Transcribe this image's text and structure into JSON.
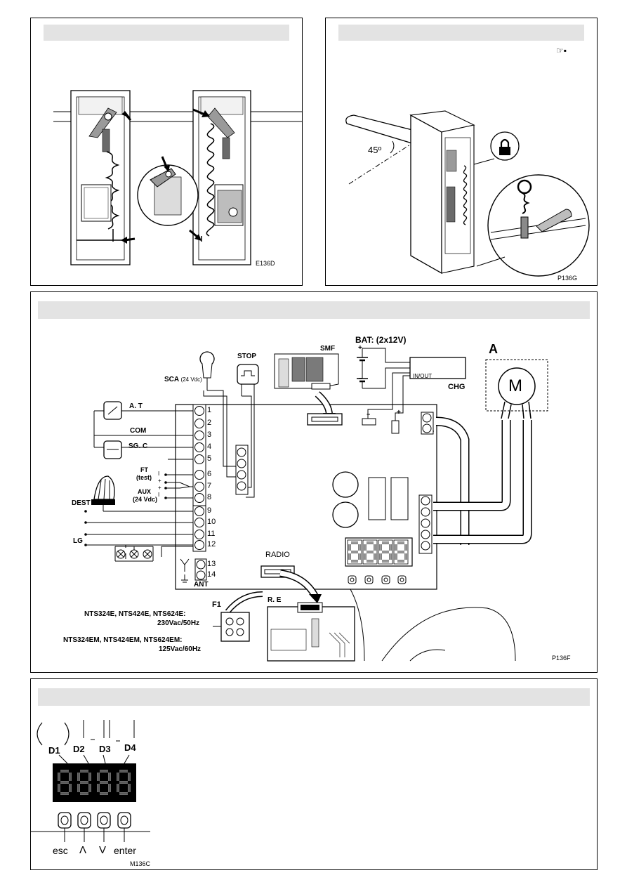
{
  "panel_top_left": {
    "code": "E136D"
  },
  "panel_top_right": {
    "code": "P136G",
    "angle": "45º",
    "hand_icon": "pointing-hand-icon"
  },
  "panel_wiring": {
    "code": "P136F",
    "bat": "BAT: (2x12V)",
    "smf": "SMF",
    "chg": "CHG",
    "in_out": "IN/OUT",
    "motor_group": "A",
    "motor": "M",
    "sca": "SCA",
    "sca_volt": "(24 Vdc)",
    "stop": "STOP",
    "at": "A. T",
    "com": "COM",
    "sgc": "SG. C",
    "ft": "FT",
    "test": "(test)",
    "aux": "AUX",
    "aux_volt": "(24 Vdc)",
    "dest": "DEST",
    "lg": "LG",
    "ant": "ANT",
    "radio": "RADIO",
    "re": "R. E",
    "f1": "F1",
    "terminals": [
      "1",
      "2",
      "3",
      "4",
      "5",
      "6",
      "7",
      "8",
      "9",
      "10",
      "11",
      "12",
      "13",
      "14"
    ],
    "models_230_line1": "NTS324E, NTS424E, NTS624E:",
    "models_230_line2": "230Vac/50Hz",
    "models_125_line1": "NTS324EM, NTS424EM, NTS624EM:",
    "models_125_line2": "125Vac/60Hz"
  },
  "panel_display": {
    "code": "M136C",
    "digits": [
      "D1",
      "D2",
      "D3",
      "D4"
    ],
    "buttons": [
      "esc",
      "Λ",
      "V",
      "enter"
    ]
  }
}
